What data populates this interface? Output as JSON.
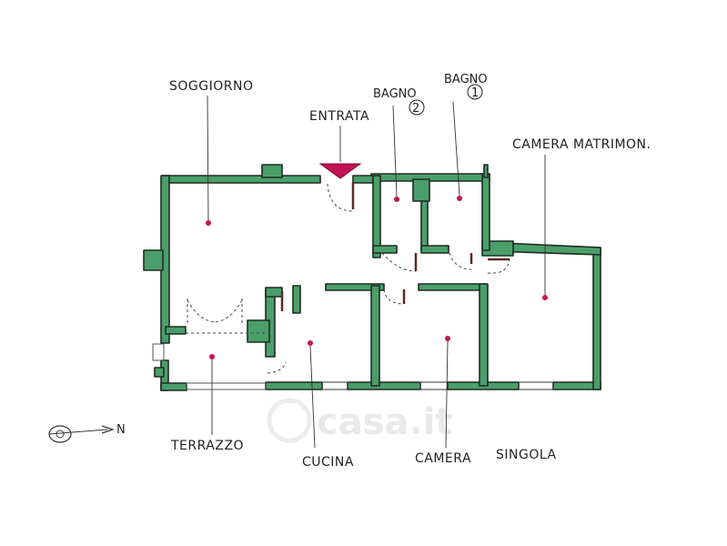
{
  "labels": {
    "soggiorno": "SOGGIORNO",
    "entrata": "ENTRATA",
    "bagno2": "BAGNO",
    "bagno2_num": "2",
    "bagno1": "BAGNO",
    "bagno1_num": "1",
    "camera_matrimoniale": "CAMERA MATRIMON.",
    "terrazzo": "TERRAZZO",
    "cucina": "CUCINA",
    "camera_singola_a": "CAMERA",
    "camera_singola_b": "SINGOLA"
  },
  "north_arrow": {
    "label": "N",
    "icon": "north-arrow-icon"
  },
  "watermark": {
    "text": "casa.it"
  },
  "colors": {
    "wall": "#4a9f6a",
    "marker": "#c21454",
    "entrance": "#c21454"
  }
}
